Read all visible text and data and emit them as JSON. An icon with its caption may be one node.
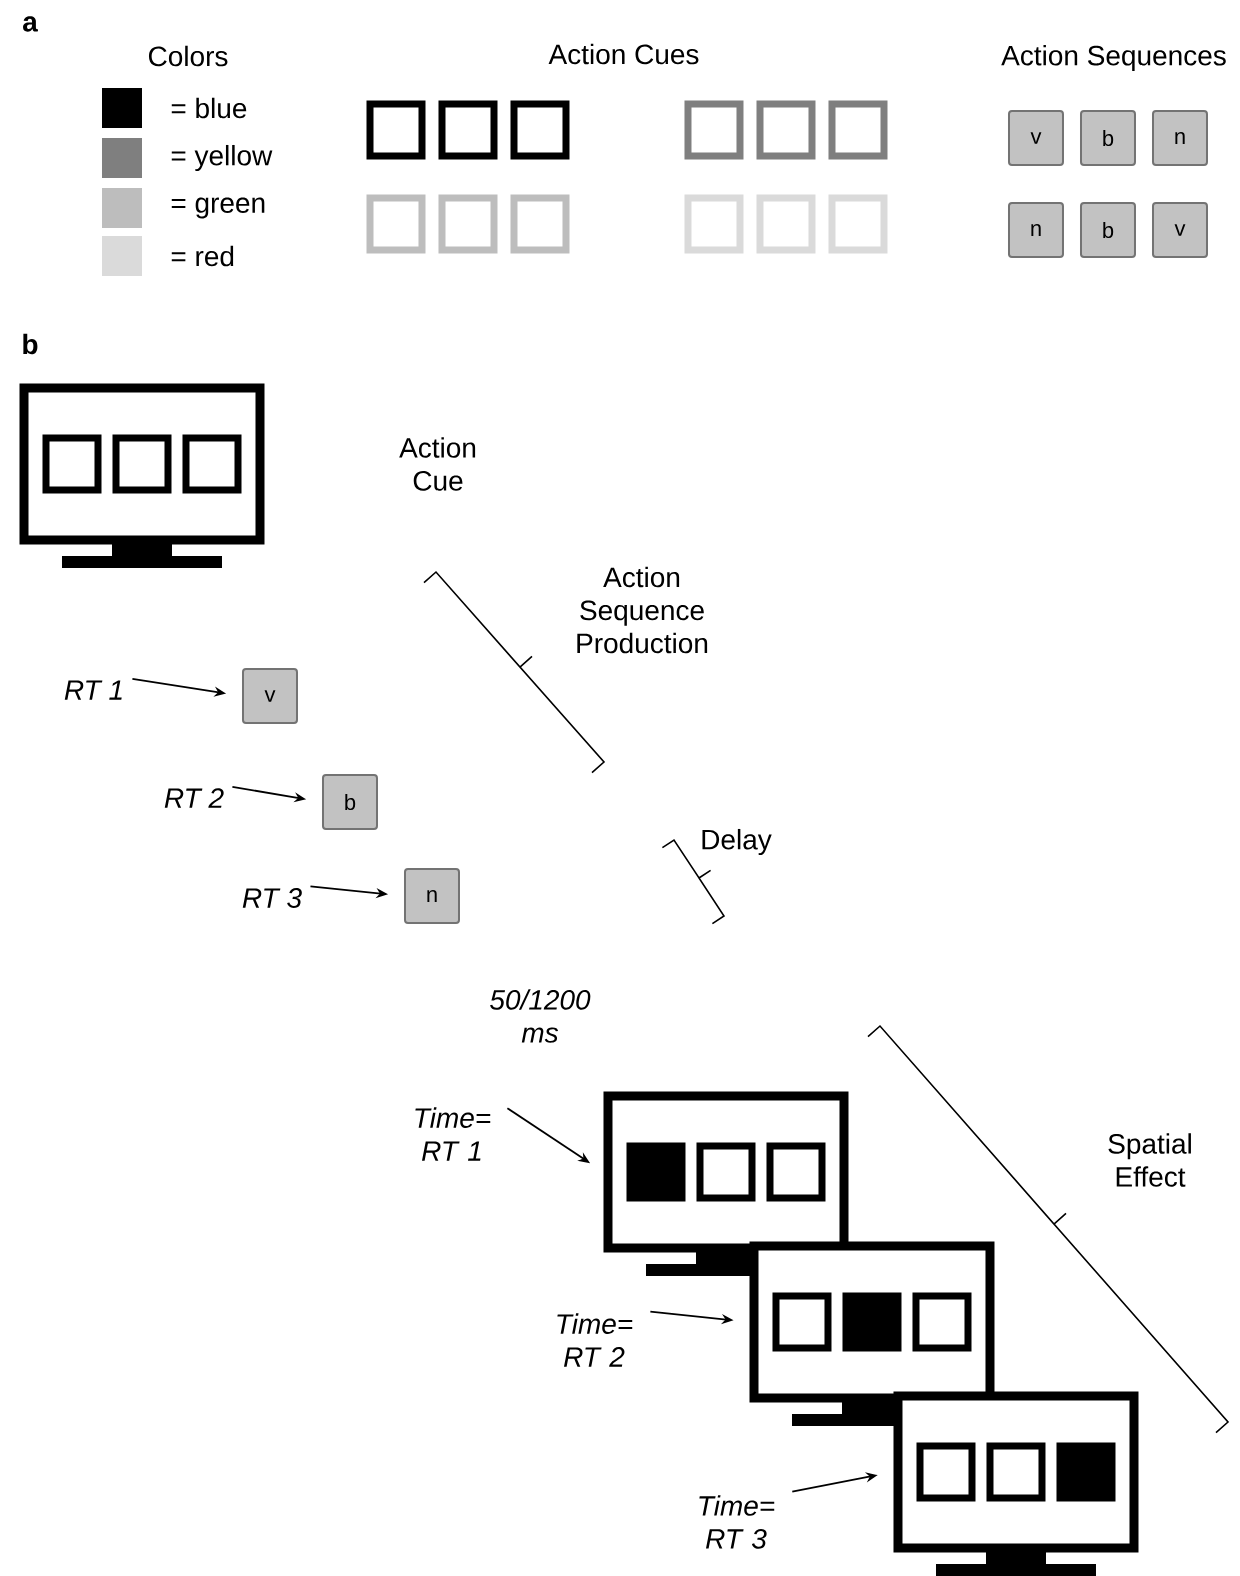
{
  "diagram": {
    "nodes": [
      {
        "text": [
          "v"
        ]
      },
      {
        "text": [
          "b"
        ]
      },
      {
        "text": [
          "n"
        ]
      },
      {
        "text": [
          "n"
        ]
      },
      {
        "text": [
          "b"
        ]
      },
      {
        "text": [
          "v"
        ]
      },
      {
        "text": [
          "RT 1"
        ]
      },
      {
        "text": [
          "v"
        ]
      },
      {
        "text": [
          "RT 2"
        ]
      },
      {
        "text": [
          "b"
        ]
      },
      {
        "text": [
          "RT 3"
        ]
      },
      {
        "text": [
          "n"
        ]
      },
      {
        "text": [
          "Time= RT 1"
        ]
      },
      {
        "text": [],
        "shape": "monitor"
      },
      {
        "text": [
          "Time= RT 2"
        ]
      },
      {
        "text": [],
        "shape": "monitor"
      },
      {
        "text": [
          "Time= RT 3"
        ]
      },
      {
        "text": [],
        "shape": "monitor"
      }
    ],
    "edges": [
      {
        "from": 6,
        "to": 7,
        "arrow": "to"
      },
      {
        "from": 8,
        "to": 9,
        "arrow": "to"
      },
      {
        "from": 10,
        "to": 11,
        "arrow": "to"
      },
      {
        "from": 12,
        "to": 13,
        "arrow": "to"
      },
      {
        "from": 14,
        "to": 15,
        "arrow": "to"
      },
      {
        "from": 16,
        "to": 17,
        "arrow": "to"
      }
    ],
    "labels": [
      "a",
      "b",
      "Colors",
      "Action Cues",
      "Action Sequences",
      "Action Cue",
      "Action Sequence Production",
      "Delay",
      "50/1200 ms",
      "Spatial Effect"
    ],
    "legend": [
      {
        "text": "= blue",
        "color": "#000000"
      },
      {
        "text": "= yellow",
        "color": "#7f7f7f"
      },
      {
        "text": "= green",
        "color": "#bdbdbd"
      },
      {
        "text": "= red",
        "color": "#dadada"
      }
    ]
  }
}
